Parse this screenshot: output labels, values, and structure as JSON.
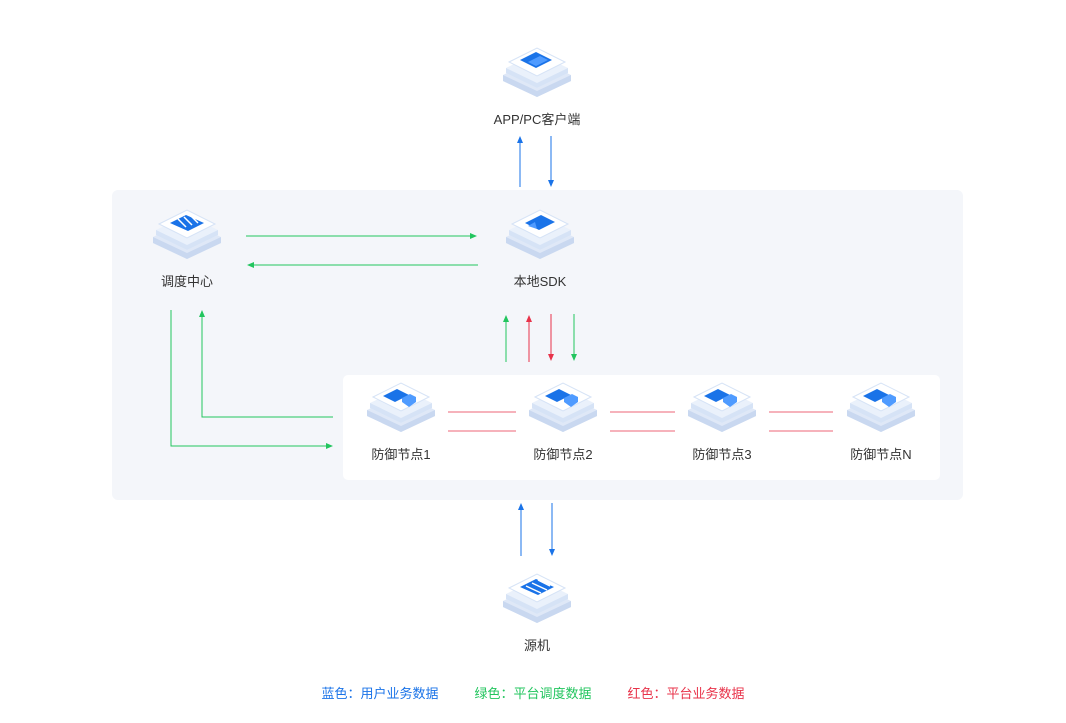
{
  "colors": {
    "blue": "#1a73e8",
    "green": "#22c55e",
    "red": "#e8334a",
    "panel_bg": "#f4f6fa"
  },
  "nodes": {
    "client": {
      "label": "APP/PC客户端",
      "icon": "app-client-icon"
    },
    "sdk": {
      "label": "本地SDK",
      "icon": "sdk-icon"
    },
    "scheduler": {
      "label": "调度中心",
      "icon": "scheduler-icon"
    },
    "defense": [
      {
        "label": "防御节点1",
        "icon": "server-shield-icon"
      },
      {
        "label": "防御节点2",
        "icon": "server-shield-icon"
      },
      {
        "label": "防御节点3",
        "icon": "server-shield-icon"
      },
      {
        "label": "防御节点N",
        "icon": "server-shield-icon"
      }
    ],
    "origin": {
      "label": "源机",
      "icon": "server-rack-icon"
    }
  },
  "legend": {
    "blue": "蓝色：用户业务数据",
    "green": "绿色：平台调度数据",
    "red": "红色：平台业务数据"
  }
}
